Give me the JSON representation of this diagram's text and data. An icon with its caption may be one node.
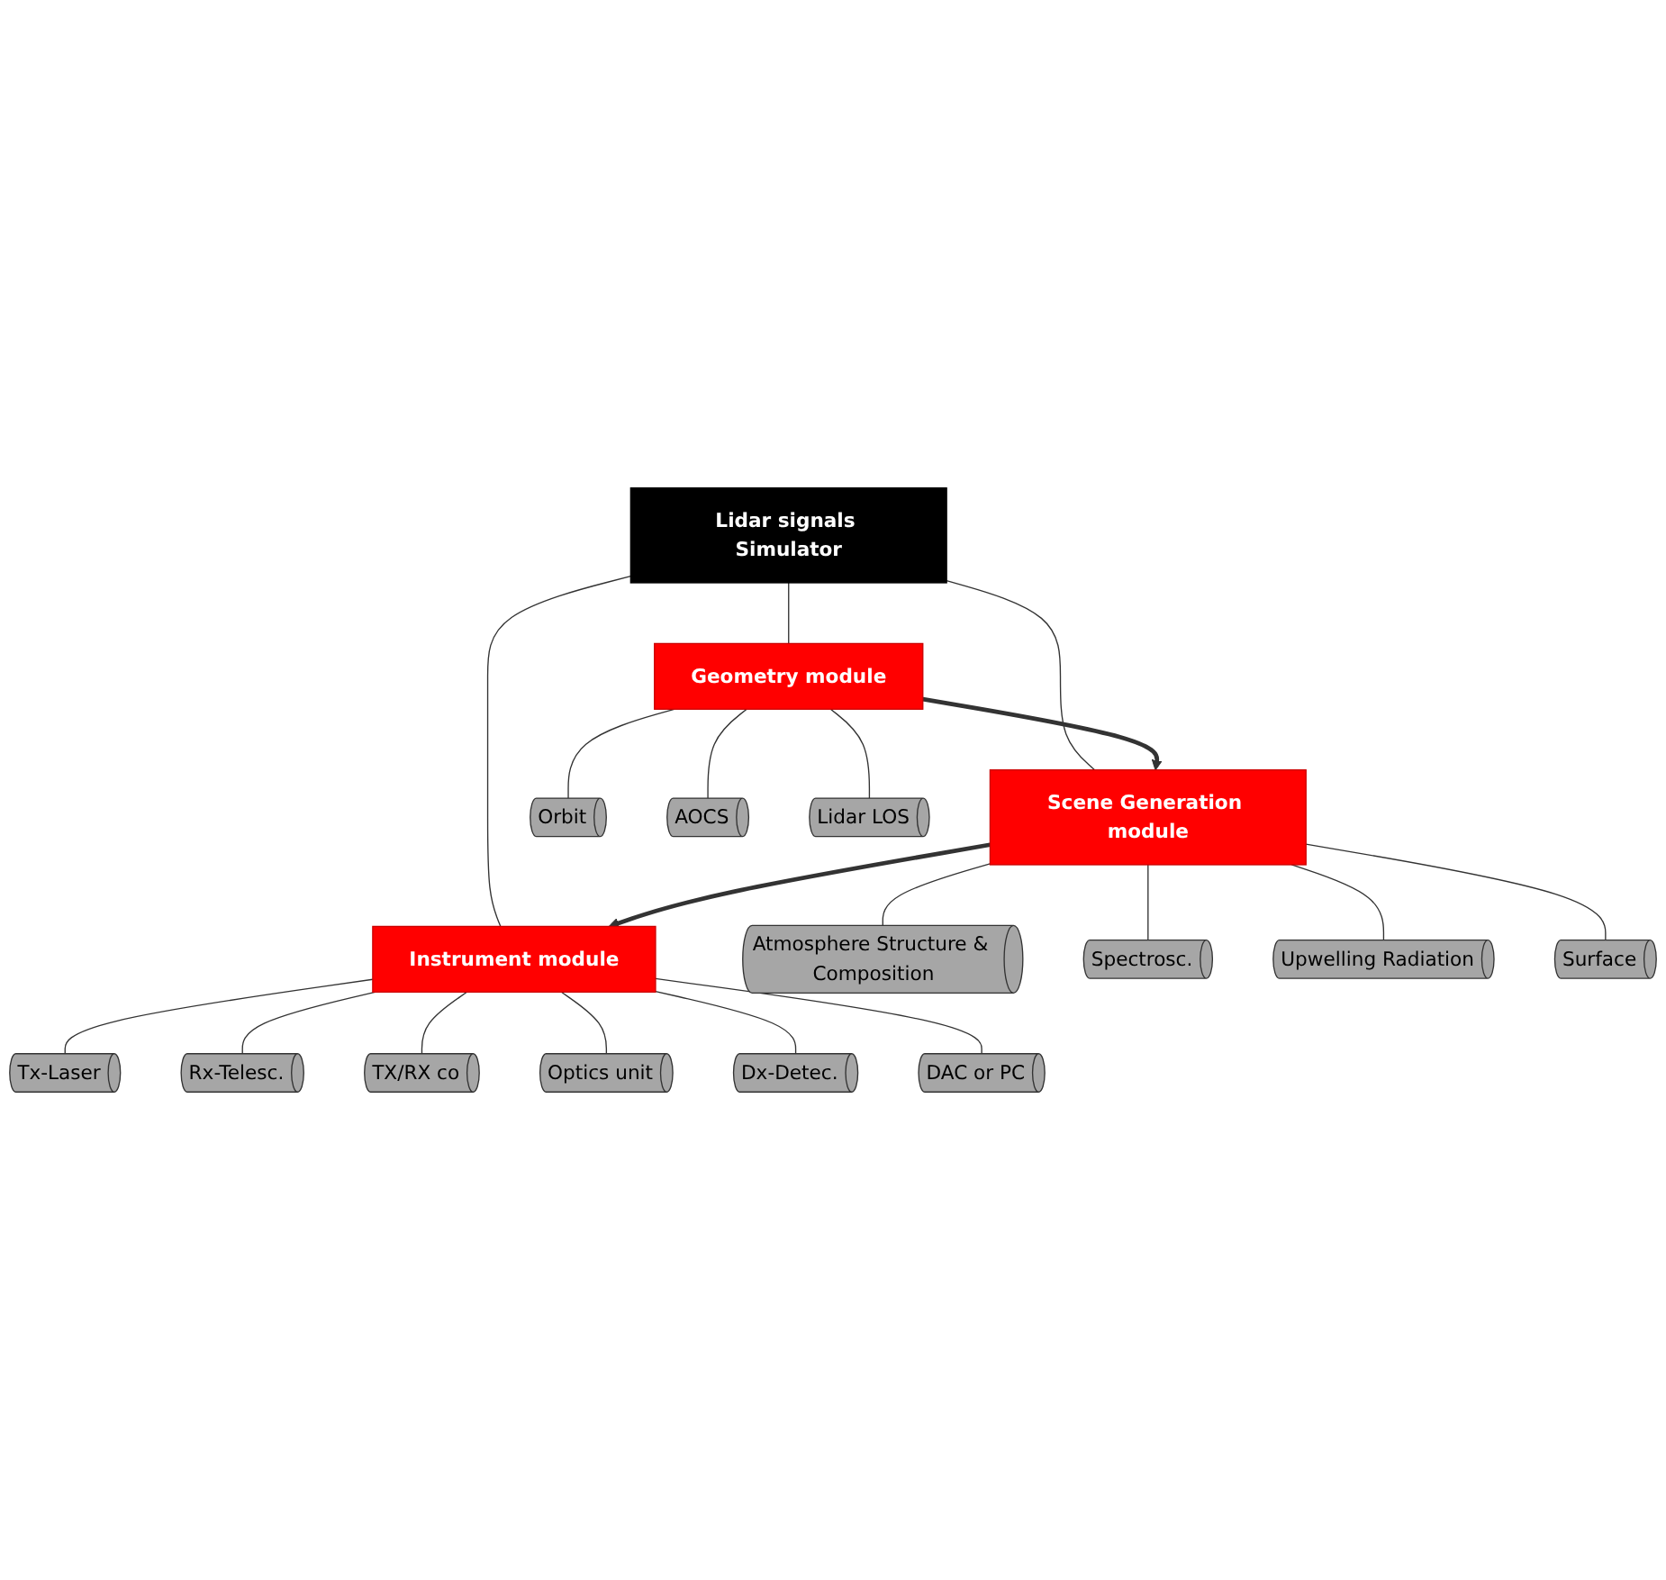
{
  "diagram": {
    "nodes": [
      {
        "text": [
          "Lidar signals Simulator"
        ]
      },
      {
        "text": [
          "Geometry module"
        ]
      },
      {
        "text": [
          "Scene Generation module"
        ]
      },
      {
        "text": [
          "Instrument module"
        ]
      },
      {
        "text": [
          "Orbit"
        ]
      },
      {
        "text": [
          "AOCS"
        ]
      },
      {
        "text": [
          "Lidar LOS"
        ]
      },
      {
        "text": [
          "Atmosphere Structure & Composition"
        ]
      },
      {
        "text": [
          "Spectrosc."
        ]
      },
      {
        "text": [
          "Upwelling Radiation"
        ]
      },
      {
        "text": [
          "Surface"
        ]
      },
      {
        "text": [
          "Tx-Laser"
        ]
      },
      {
        "text": [
          "Rx-Telesc."
        ]
      },
      {
        "text": [
          "TX/RX co"
        ]
      },
      {
        "text": [
          "Optics unit"
        ]
      },
      {
        "text": [
          "Dx-Detec."
        ]
      },
      {
        "text": [
          "DAC or PC"
        ]
      }
    ],
    "edges": [
      {
        "from": 0,
        "to": 1,
        "arrow": "none"
      },
      {
        "from": 0,
        "to": 2,
        "arrow": "none"
      },
      {
        "from": 0,
        "to": 3,
        "arrow": "none"
      },
      {
        "from": 1,
        "to": 2,
        "arrow": "to",
        "style": "thick"
      },
      {
        "from": 2,
        "to": 3,
        "arrow": "to",
        "style": "thick"
      },
      {
        "from": 1,
        "to": 4,
        "arrow": "none"
      },
      {
        "from": 1,
        "to": 5,
        "arrow": "none"
      },
      {
        "from": 1,
        "to": 6,
        "arrow": "none"
      },
      {
        "from": 2,
        "to": 7,
        "arrow": "none"
      },
      {
        "from": 2,
        "to": 8,
        "arrow": "none"
      },
      {
        "from": 2,
        "to": 9,
        "arrow": "none"
      },
      {
        "from": 2,
        "to": 10,
        "arrow": "none"
      },
      {
        "from": 3,
        "to": 11,
        "arrow": "none"
      },
      {
        "from": 3,
        "to": 12,
        "arrow": "none"
      },
      {
        "from": 3,
        "to": 13,
        "arrow": "none"
      },
      {
        "from": 3,
        "to": 14,
        "arrow": "none"
      },
      {
        "from": 3,
        "to": 15,
        "arrow": "none"
      },
      {
        "from": 3,
        "to": 16,
        "arrow": "none"
      }
    ]
  }
}
